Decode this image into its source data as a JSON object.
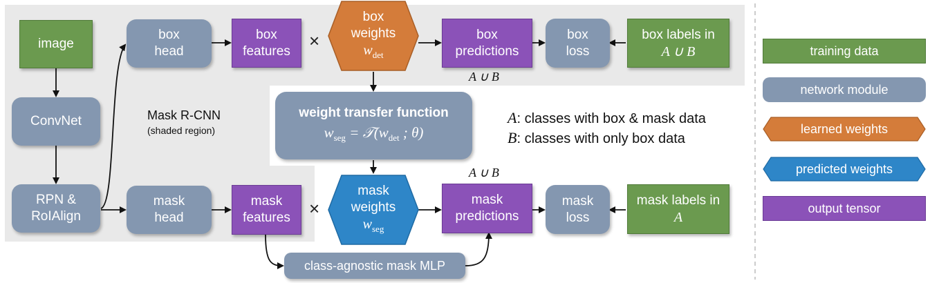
{
  "colors": {
    "training_data": "#6b9a4f",
    "network_module": "#8497b0",
    "learned_weights": "#d47c3a",
    "predicted_weights": "#2e86c8",
    "output_tensor": "#8b52b8",
    "shaded_region": "#e9e9e9"
  },
  "nodes": {
    "image": "image",
    "convnet": "ConvNet",
    "rpn_line1": "RPN &",
    "rpn_line2": "RoIAlign",
    "box_head_line1": "box",
    "box_head_line2": "head",
    "box_features_line1": "box",
    "box_features_line2": "features",
    "box_weights_line1": "box",
    "box_weights_line2": "weights",
    "box_weights_symbol": "w",
    "box_weights_sub": "det",
    "box_predictions_line1": "box",
    "box_predictions_line2": "predictions",
    "box_loss_line1": "box",
    "box_loss_line2": "loss",
    "box_labels_line1": "box labels in",
    "box_labels_line2": "A ∪ B",
    "mask_head_line1": "mask",
    "mask_head_line2": "head",
    "mask_features_line1": "mask",
    "mask_features_line2": "features",
    "mask_weights_line1": "mask",
    "mask_weights_line2": "weights",
    "mask_weights_symbol": "w",
    "mask_weights_sub": "seg",
    "mask_predictions_line1": "mask",
    "mask_predictions_line2": "predictions",
    "mask_loss_line1": "mask",
    "mask_loss_line2": "loss",
    "mask_labels_line1": "mask labels in",
    "mask_labels_line2": "A",
    "wtf_title": "weight transfer function",
    "wtf_formula_lhs": "w",
    "wtf_formula_lhs_sub": "seg",
    "wtf_formula_eq": " = 𝒯(w",
    "wtf_formula_mid_sub": "det",
    "wtf_formula_rhs": " ; θ)",
    "mlp": "class-agnostic mask MLP"
  },
  "labels": {
    "mask_rcnn_title": "Mask R-CNN",
    "mask_rcnn_sub": "(shaded region)",
    "times_top": "×",
    "times_bottom": "×",
    "union_top": "A ∪ B",
    "union_bottom": "A ∪ B",
    "def_a_sym": "A",
    "def_a_text": ": classes with box & mask data",
    "def_b_sym": "B",
    "def_b_text": ": classes with only box data"
  },
  "legend": {
    "training_data": "training data",
    "network_module": "network module",
    "learned_weights": "learned weights",
    "predicted_weights": "predicted weights",
    "output_tensor": "output tensor"
  }
}
